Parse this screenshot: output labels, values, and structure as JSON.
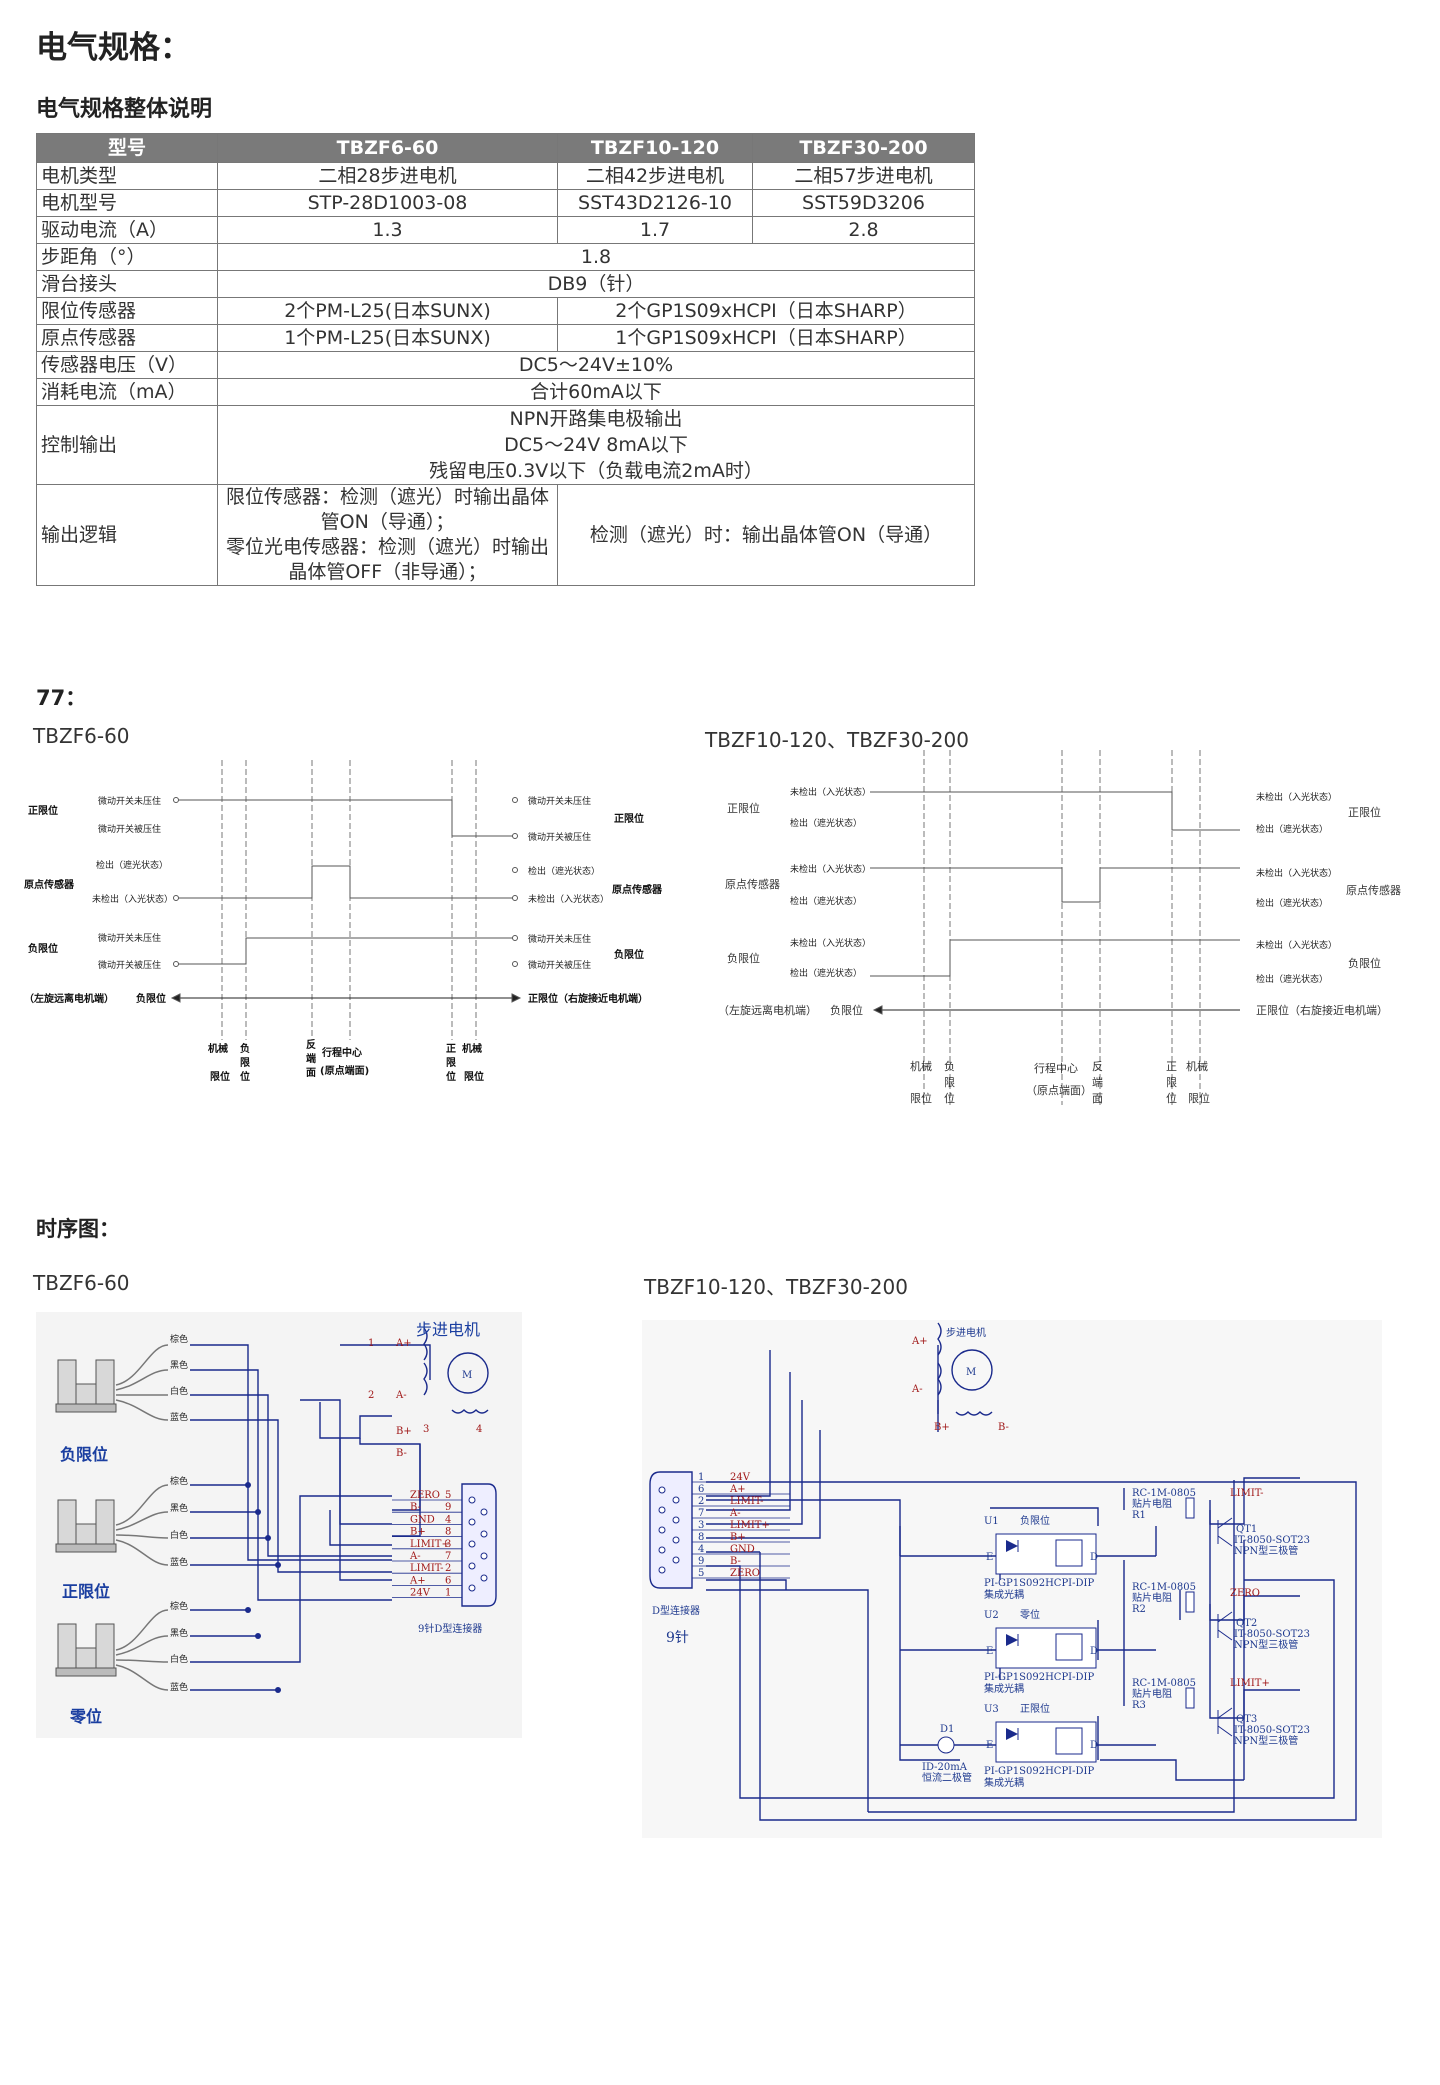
{
  "headings": {
    "electrical": "电气规格：",
    "overview": "电气规格整体说明",
    "section77": "77：",
    "timing": "时序图："
  },
  "table": {
    "headers": [
      "型号",
      "TBZF6-60",
      "TBZF10-120",
      "TBZF30-200"
    ],
    "rows": {
      "motor_type": [
        "电机类型",
        "二相28步进电机",
        "二相42步进电机",
        "二相57步进电机"
      ],
      "motor_model": [
        "电机型号",
        "STP-28D1003-08",
        "SST43D2126-10",
        "SST59D3206"
      ],
      "drive_current": [
        "驱动电流（A）",
        "1.3",
        "1.7",
        "2.8"
      ],
      "step_angle": [
        "步距角（°）",
        "1.8"
      ],
      "connector": [
        "滑台接头",
        "DB9（针）"
      ],
      "limit_sensor": [
        "限位传感器",
        "2个PM-L25(日本SUNX)",
        "2个GP1S09xHCPI（日本SHARP）"
      ],
      "origin_sensor": [
        "原点传感器",
        "1个PM-L25(日本SUNX)",
        "1个GP1S09xHCPI（日本SHARP）"
      ],
      "sensor_voltage": [
        "传感器电压（V）",
        "DC5～24V±10%"
      ],
      "consumption": [
        "消耗电流（mA）",
        "合计60mA以下"
      ],
      "control_output": [
        "控制输出",
        "NPN开路集电极输出",
        "DC5～24V 8mA以下",
        "残留电压0.3V以下（负载电流2mA时）"
      ],
      "output_logic": [
        "输出逻辑",
        "限位传感器：检测（遮光）时输出晶体管ON（导通）；",
        "零位光电传感器：检测（遮光）时输出晶体管OFF（非导通）；",
        "检测（遮光）时：输出晶体管ON（导通）"
      ]
    }
  },
  "captions": {
    "left_model": "TBZF6-60",
    "right_model": "TBZF10-120、TBZF30-200",
    "left_model2": "TBZF6-60",
    "right_model2": "TBZF10-120、TBZF30-200"
  },
  "diagram_left": {
    "pos_limit": "正限位",
    "origin": "原点传感器",
    "neg_limit": "负限位",
    "sw_off": "微动开关未压住",
    "sw_on": "微动开关被压住",
    "det": "检出（遮光状态）",
    "undet": "未检出（入光状态）",
    "left_end": "（左旋远离电机端）",
    "neg_word": "负限位",
    "right_end": "正限位（右旋接近电机端）",
    "b1": "机械",
    "b1b": "限位",
    "b2": "负",
    "b2b": "限",
    "b2c": "位",
    "b3": "反",
    "b3b": "端",
    "b3c": "面",
    "b4": "行程中心",
    "b4b": "(原点端面)",
    "b5": "正",
    "b5b": "限",
    "b5c": "位",
    "b6": "机械",
    "b6b": "限位"
  },
  "diagram_right": {
    "pos_limit": "正限位",
    "origin": "原点传感器",
    "neg_limit": "负限位",
    "undet": "未检出（入光状态）",
    "det": "检出（遮光状态）",
    "left_end": "（左旋远离电机端）",
    "neg_word": "负限位",
    "right_end": "正限位（右旋接近电机端）",
    "b1": "机械",
    "b1b": "限位",
    "b2": "负",
    "b2b": "限",
    "b2c": "位",
    "b4": "行程中心",
    "b4b": "（原点端面）",
    "b3": "反",
    "b3b": "端",
    "b3c": "面",
    "b5": "正",
    "b5b": "限",
    "b5c": "位",
    "b6": "机械",
    "b6b": "限位"
  },
  "wiring_left": {
    "motor": "步进电机",
    "neg": "负限位",
    "pos": "正限位",
    "zero": "零位",
    "brown": "棕色",
    "black": "黑色",
    "white": "白色",
    "blue": "蓝色",
    "connector": "9针D型连接器",
    "p1": "1",
    "p2": "2",
    "p3": "3",
    "p4": "4",
    "aplus": "A+",
    "aminus": "A-",
    "bplus": "B+",
    "bminus": "B-",
    "pins": [
      {
        "name": "ZERO",
        "num": "5"
      },
      {
        "name": "B-",
        "num": "9"
      },
      {
        "name": "GND",
        "num": "4"
      },
      {
        "name": "B+",
        "num": "8"
      },
      {
        "name": "LIMIT+",
        "num": "3"
      },
      {
        "name": "A-",
        "num": "7"
      },
      {
        "name": "LIMIT-",
        "num": "2"
      },
      {
        "name": "A+",
        "num": "6"
      },
      {
        "name": "24V",
        "num": "1"
      }
    ]
  },
  "wiring_right": {
    "motor": "步进电机",
    "aplus": "A+",
    "aminus": "A-",
    "bplus": "B+",
    "bminus": "B-",
    "connector": "D型连接器",
    "pins9": "9针",
    "pins": [
      {
        "num": "1",
        "name": "24V"
      },
      {
        "num": "6",
        "name": "A+"
      },
      {
        "num": "2",
        "name": "LIMIT-"
      },
      {
        "num": "7",
        "name": "A-"
      },
      {
        "num": "3",
        "name": "LIMIT+"
      },
      {
        "num": "8",
        "name": "B+"
      },
      {
        "num": "4",
        "name": "GND"
      },
      {
        "num": "9",
        "name": "B-"
      },
      {
        "num": "5",
        "name": "ZERO"
      }
    ],
    "u1": "U1",
    "u1name": "负限位",
    "u2": "U2",
    "u2name": "零位",
    "u3": "U3",
    "u3name": "正限位",
    "opto": "PI-GP1S092HCPI-DIP",
    "opto_cn": "集成光耦",
    "res": "RC-1M-0805",
    "res_cn": "贴片电阻",
    "r1": "R1",
    "r2": "R2",
    "r3": "R3",
    "q1": "QT1",
    "q2": "QT2",
    "q3": "QT3",
    "qpart": "IT-8050-SOT23",
    "qcn": "NPN型三极管",
    "limm": "LIMIT-",
    "zero": "ZERO",
    "limp": "LIMIT+",
    "d1": "D1",
    "d1part": "ID-20mA",
    "d1cn": "恒流二极管",
    "e": "E",
    "d": "D"
  }
}
